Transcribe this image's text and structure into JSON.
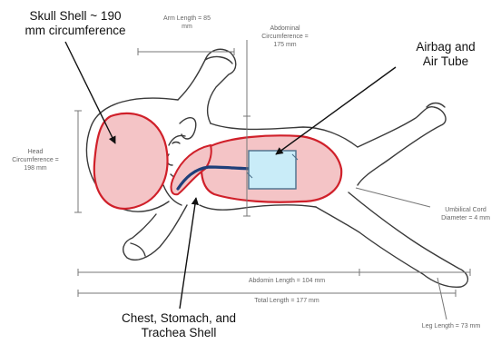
{
  "callouts": {
    "skull": [
      "Skull Shell ~ 190",
      "mm circumference"
    ],
    "airbag": [
      "Airbag and",
      "Air Tube"
    ],
    "chest": [
      "Chest, Stomach, and",
      "Trachea Shell"
    ]
  },
  "measurements": {
    "arm": [
      "Arm Length = 85",
      "mm"
    ],
    "abdominal": [
      "Abdominal",
      "Circumference =",
      "175 mm"
    ],
    "head": [
      "Head",
      "Circumference =",
      "198 mm"
    ],
    "umbilical": [
      "Umbilical Cord",
      "Diameter = 4 mm"
    ],
    "abdomin_length": "Abdomin Length = 104 mm",
    "total_length": "Total Length = 177 mm",
    "leg": "Leg Length = 73 mm"
  },
  "colors": {
    "shell_fill": "#f4c4c6",
    "shell_edge": "#d0202a",
    "airbag_fill": "#c9ecf8",
    "tube": "#1f3f7a",
    "outline": "#3a3a3a",
    "dim_line": "#777777"
  }
}
